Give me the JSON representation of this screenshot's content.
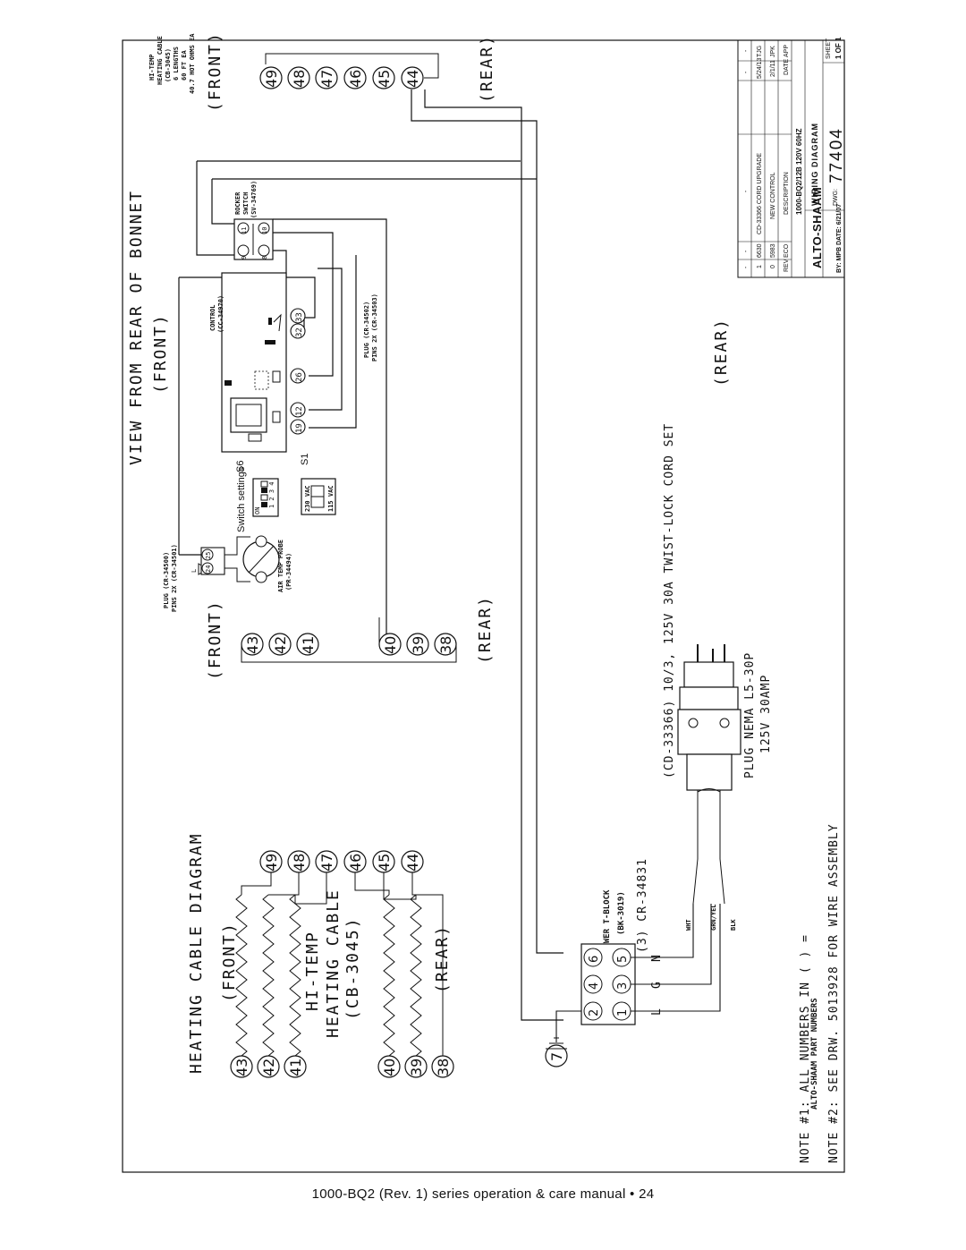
{
  "titles": {
    "view_rear": "VIEW FROM REAR OF BONNET",
    "front_a": "(FRONT)",
    "front_b": "(FRONT)",
    "front_c": "(FRONT)",
    "front_d": "(FRONT)",
    "rear_a": "(REAR)",
    "rear_b": "(REAR)",
    "rear_c": "(REAR)",
    "rear_d": "(REAR)",
    "heating_diagram": "HEATING CABLE DIAGRAM"
  },
  "heating_cable": {
    "line1": "HI-TEMP",
    "line2": "HEATING CABLE",
    "line3": "(CB-3045)",
    "top_note": [
      "HI-TEMP",
      "HEATING CABLE",
      "(CB-3045)",
      "6 LENGTHS",
      "60 FT EA",
      "40.7 HOT OHMS EA"
    ]
  },
  "terminals": {
    "top_group": [
      "49",
      "48",
      "47",
      "46",
      "45",
      "44"
    ],
    "left_group": [
      "43",
      "42",
      "41",
      "40",
      "39",
      "38"
    ],
    "bottom_right": [
      "49",
      "48",
      "47",
      "46",
      "45",
      "44"
    ],
    "bottom_left": [
      "43",
      "42",
      "41",
      "40",
      "39",
      "38"
    ]
  },
  "rocker": {
    "label": [
      "ROCKER",
      "SWITCH",
      "(SV-34769)"
    ],
    "pins": [
      "9",
      "11",
      "8",
      "10"
    ]
  },
  "control": {
    "label": [
      "CONTROL",
      "(CC-34970)"
    ],
    "pins": [
      "19",
      "12",
      "26",
      "32",
      "33"
    ],
    "plug_label": [
      "PLUG (CR-34502)",
      "PINS 2X (CR-34503)"
    ]
  },
  "switches": {
    "title": "Switch settings",
    "s6": "S6",
    "s1": "S1",
    "on": "ON",
    "nums": "1 2 3 4",
    "v230": "230 VAC",
    "v115": "115 VAC"
  },
  "probe": {
    "plug_label": [
      "PLUG (CR-34500)",
      "PINS 2X (CR-34501)"
    ],
    "pins": [
      "24",
      "25"
    ],
    "label": [
      "AIR TEMP PROBE",
      "(PR-34494)"
    ]
  },
  "cord": {
    "title": "(CD-33366) 10/3, 125V 30A TWIST-LOCK CORD SET",
    "plug1": "PLUG NEMA L5-30P",
    "plug2": "125V 30AMP"
  },
  "tblock": {
    "label1": "POWER T-BLOCK",
    "label2": "(BK-3019)",
    "label3": "(3) CR-34831",
    "pins": [
      "6",
      "4",
      "2",
      "5",
      "3",
      "1"
    ],
    "letters": [
      "N",
      "G",
      "L"
    ],
    "wires": [
      "WHT",
      "GRN/YEL",
      "BLK"
    ],
    "ground": "7"
  },
  "notes": {
    "n1a": "NOTE #1: ALL NUMBERS IN ( ) =",
    "n1b": "ALTO-SHAAM PART NUMBERS",
    "n2": "NOTE #2: SEE DRW. 5013928 FOR WIRE ASSEMBLY"
  },
  "title_block": {
    "rows": [
      [
        "-",
        "-",
        "-",
        "-",
        "-",
        "-"
      ],
      [
        "1",
        "6630",
        "CD-33366 CORD UPGRADE",
        "5/24/13",
        "TJG"
      ],
      [
        "0",
        "5983",
        "NEW CONTROL",
        "2/1/11",
        "JPK"
      ],
      [
        "REV",
        "ECO",
        "DESCRIPTION",
        "DATE",
        "APP"
      ]
    ],
    "model": "1000-BQ2/12B 120V 60HZ",
    "company": "ALTO-SHAAM",
    "diagram": "WIRING DIAGRAM",
    "by": "BY: MPB DATE: 6/21/07",
    "dwg_label": "DWG:",
    "dwg": "77404",
    "sheet_label": "SHEET",
    "sheet": "1 OF 1"
  },
  "footer": "1000-BQ2 (Rev. 1) series operation & care manual • 24"
}
